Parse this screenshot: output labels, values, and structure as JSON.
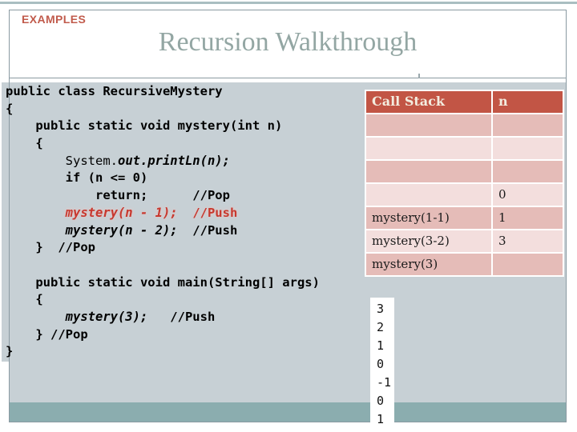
{
  "slide": {
    "kicker": "EXAMPLES",
    "title": "Recursion Walkthrough"
  },
  "code": {
    "lines": [
      [
        {
          "t": "public class RecursiveMystery",
          "s": "plain"
        }
      ],
      [
        {
          "t": "{",
          "s": "plain"
        }
      ],
      [
        {
          "t": "    public static void mystery(int n)",
          "s": "plain"
        }
      ],
      [
        {
          "t": "    {",
          "s": "plain"
        }
      ],
      [
        {
          "t": "        ",
          "s": "plain"
        },
        {
          "t": "System.",
          "s": "reg"
        },
        {
          "t": "out.printLn(n);",
          "s": "ital"
        }
      ],
      [
        {
          "t": "        if (n <= 0)",
          "s": "plain"
        }
      ],
      [
        {
          "t": "            return;",
          "s": "plain"
        },
        {
          "t": "      //Pop",
          "s": "plain"
        }
      ],
      [
        {
          "t": "        ",
          "s": "plain"
        },
        {
          "t": "mystery(n - 1);",
          "s": "red-ital"
        },
        {
          "t": "  ",
          "s": "plain"
        },
        {
          "t": "//Push",
          "s": "red"
        }
      ],
      [
        {
          "t": "        ",
          "s": "plain"
        },
        {
          "t": "mystery(n - 2);",
          "s": "ital"
        },
        {
          "t": "  //Push",
          "s": "plain"
        }
      ],
      [
        {
          "t": "    }  //Pop",
          "s": "plain"
        }
      ],
      [],
      [
        {
          "t": "    public static void main(String[] args)",
          "s": "plain"
        }
      ],
      [
        {
          "t": "    {",
          "s": "plain"
        }
      ],
      [
        {
          "t": "        ",
          "s": "plain"
        },
        {
          "t": "mystery(3);",
          "s": "ital"
        },
        {
          "t": "   //Push",
          "s": "plain"
        }
      ],
      [
        {
          "t": "    } //Pop",
          "s": "plain"
        }
      ],
      [
        {
          "t": "}",
          "s": "plain"
        }
      ]
    ]
  },
  "table": {
    "headers": [
      "Call Stack",
      "n"
    ],
    "rows": [
      {
        "call": "",
        "n": ""
      },
      {
        "call": "",
        "n": ""
      },
      {
        "call": "",
        "n": ""
      },
      {
        "call": "",
        "n": "0"
      },
      {
        "call": "mystery(1-1)",
        "n": "1"
      },
      {
        "call": "mystery(3-2)",
        "n": "3"
      },
      {
        "call": "mystery(3)",
        "n": ""
      }
    ]
  },
  "console": {
    "values": [
      "3",
      "2",
      "1",
      "0",
      "-1",
      "0",
      "1"
    ]
  },
  "colors": {
    "table_header": "#c25545",
    "row_dark": "#e5bcb8",
    "row_light": "#f3dedd",
    "code_highlight": "#c8382e",
    "content_background": "#c7d0d5",
    "bottom_strip": "#8badaf",
    "title_text": "#93a6a3",
    "kicker_text": "#c15b4c"
  }
}
